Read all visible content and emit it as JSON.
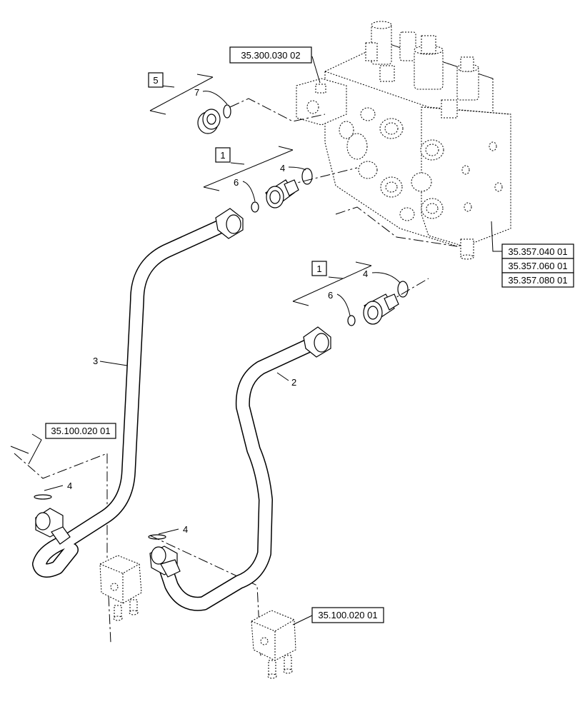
{
  "diagram": {
    "ref_boxes": {
      "valve_top": "35.300.030 02",
      "valve_1": "35.357.040 01",
      "valve_2": "35.357.060 01",
      "valve_3": "35.357.080 01",
      "clamp_left": "35.100.020 01",
      "clamp_right": "35.100.020 01"
    },
    "kit_labels": {
      "kit_5": "5",
      "kit_1_upper": "1",
      "kit_1_lower": "1"
    },
    "callouts": {
      "plug_oring_7": "7",
      "fitting_oring_4_upper": "4",
      "fitting_oring_6_upper": "6",
      "fitting_oring_4_lower": "4",
      "fitting_oring_6_lower": "6",
      "tube_3": "3",
      "tube_2": "2",
      "left_oring_4": "4",
      "mid_oring_4": "4"
    }
  }
}
